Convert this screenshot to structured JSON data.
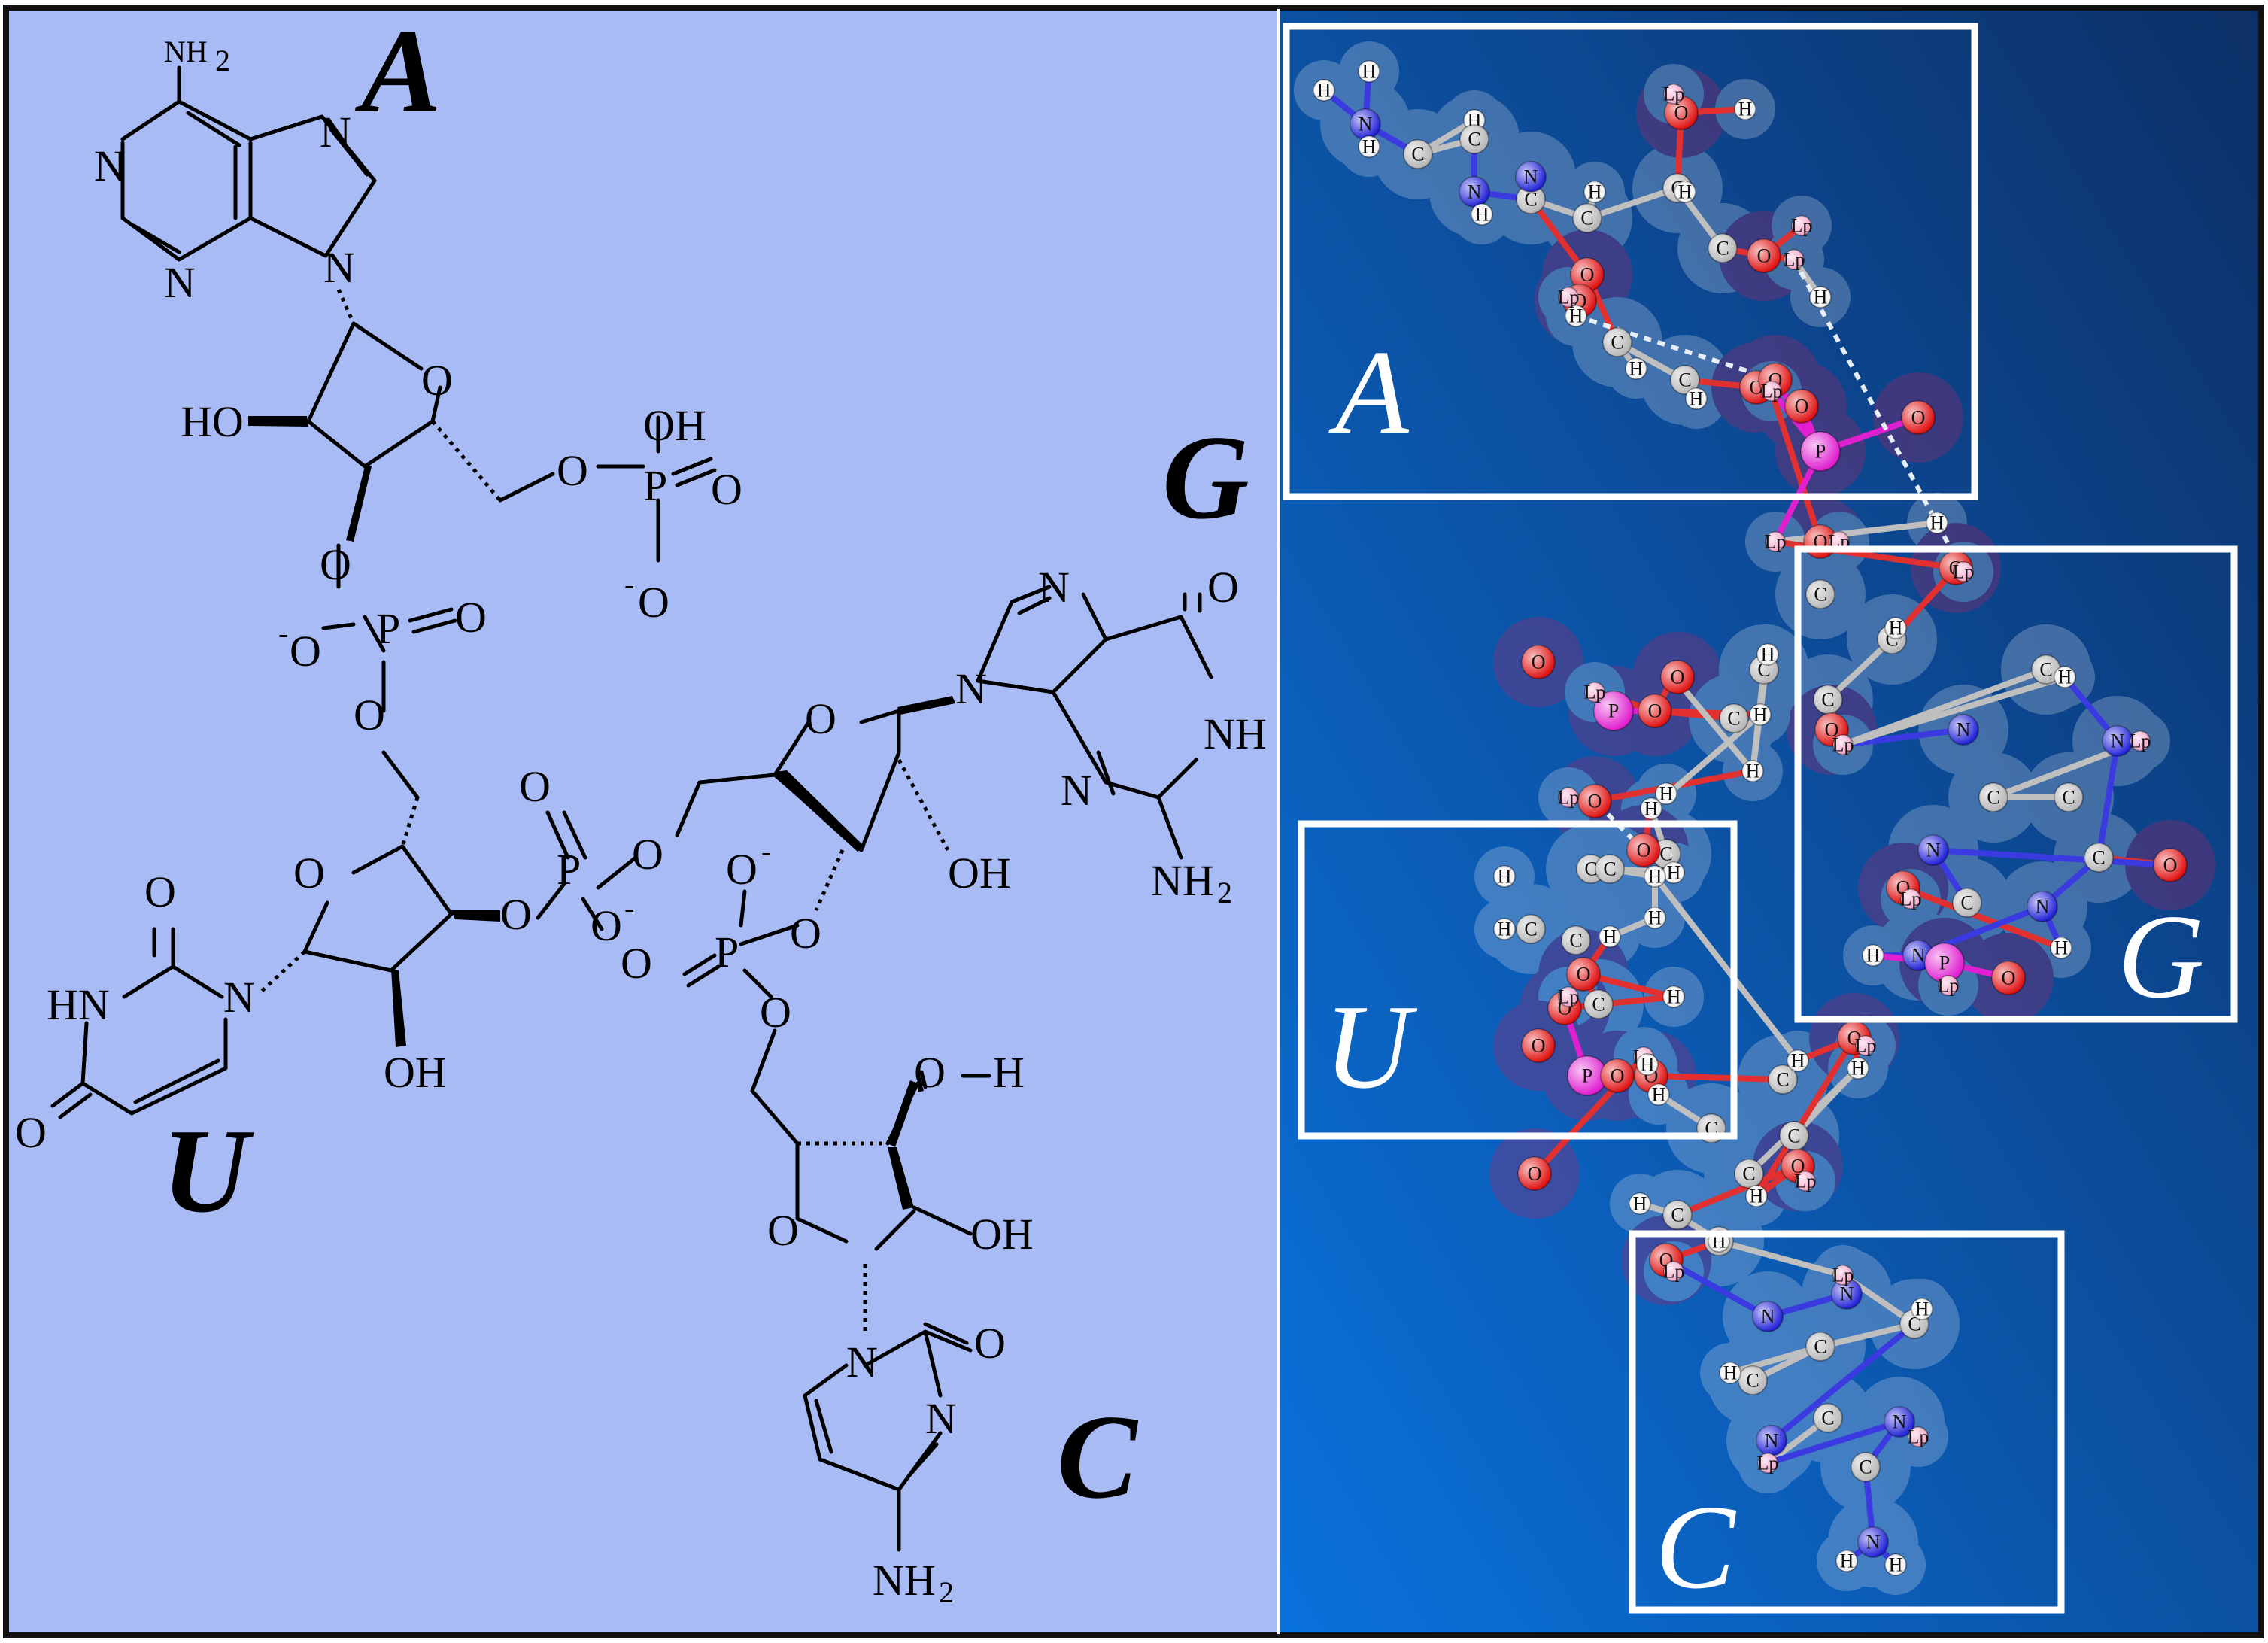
{
  "left_panel": {
    "background": "#a9bbf5",
    "nucleotide_labels": {
      "A": "A",
      "G": "G",
      "U": "U",
      "C": "C"
    },
    "atoms": {
      "N": "N",
      "NH": "NH",
      "HN": "HN",
      "NH2": "NH",
      "O": "O",
      "OH": "OH",
      "HO": "HO",
      "P": "P",
      "H": "H",
      "minus": "-",
      "sub2": "2"
    }
  },
  "right_panel": {
    "background_top": "#0d2f66",
    "background_bottom": "#0a6fd8",
    "box_labels": {
      "A": "A",
      "G": "G",
      "U": "U",
      "C": "C"
    },
    "atom_letters": {
      "C": "C",
      "H": "H",
      "N": "N",
      "O": "O",
      "P": "P",
      "Lp": "Lp"
    },
    "atom_colors": {
      "carbon": "#b8b8b8",
      "hydrogen": "#f2f2f2",
      "nitrogen": "#2424d8",
      "oxygen": "#e01414",
      "phosphorus": "#e020d0",
      "lone_pair": "#f2a8cc"
    }
  }
}
